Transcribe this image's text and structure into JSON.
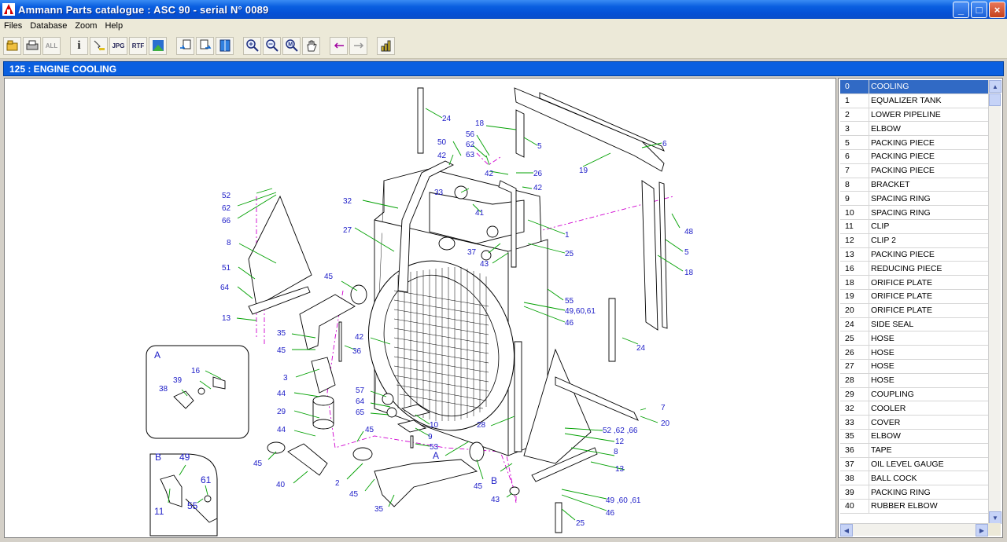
{
  "window": {
    "title": "Ammann Parts catalogue : ASC 90 - serial N° 0089",
    "controls": [
      "_",
      "□",
      "×"
    ]
  },
  "menu": [
    "Files",
    "Database",
    "Zoom",
    "Help"
  ],
  "toolbar": {
    "buttons": [
      "open-icon",
      "print-icon",
      "print-all-icon",
      "info-icon",
      "select-icon",
      "export-jpg-icon",
      "export-rtf-icon",
      "image-icon",
      "page-prev-icon",
      "page-next-icon",
      "book-icon",
      "zoom-in-icon",
      "zoom-out-icon",
      "zoom-fit-icon",
      "pan-icon",
      "back-icon",
      "forward-icon",
      "chart-icon"
    ],
    "labels": {
      "jpg": "JPG",
      "rtf": "RTF",
      "all": "ALL",
      "info": "i",
      "m": "M"
    }
  },
  "section": {
    "title": "125 :  ENGINE COOLING"
  },
  "parts": [
    {
      "no": "0",
      "name": "COOLING"
    },
    {
      "no": "1",
      "name": "EQUALIZER TANK"
    },
    {
      "no": "2",
      "name": "LOWER PIPELINE"
    },
    {
      "no": "3",
      "name": "ELBOW"
    },
    {
      "no": "5",
      "name": "PACKING PIECE"
    },
    {
      "no": "6",
      "name": "PACKING PIECE"
    },
    {
      "no": "7",
      "name": "PACKING PIECE"
    },
    {
      "no": "8",
      "name": "BRACKET"
    },
    {
      "no": "9",
      "name": "SPACING RING"
    },
    {
      "no": "10",
      "name": "SPACING RING"
    },
    {
      "no": "11",
      "name": "CLIP"
    },
    {
      "no": "12",
      "name": "CLIP 2"
    },
    {
      "no": "13",
      "name": "PACKING PIECE"
    },
    {
      "no": "16",
      "name": "REDUCING PIECE"
    },
    {
      "no": "18",
      "name": "ORIFICE PLATE"
    },
    {
      "no": "19",
      "name": "ORIFICE PLATE"
    },
    {
      "no": "20",
      "name": "ORIFICE PLATE"
    },
    {
      "no": "24",
      "name": "SIDE SEAL"
    },
    {
      "no": "25",
      "name": "HOSE"
    },
    {
      "no": "26",
      "name": "HOSE"
    },
    {
      "no": "27",
      "name": "HOSE"
    },
    {
      "no": "28",
      "name": "HOSE"
    },
    {
      "no": "29",
      "name": "COUPLING"
    },
    {
      "no": "32",
      "name": "COOLER"
    },
    {
      "no": "33",
      "name": "COVER"
    },
    {
      "no": "35",
      "name": "ELBOW"
    },
    {
      "no": "36",
      "name": "TAPE"
    },
    {
      "no": "37",
      "name": "OIL LEVEL GAUGE"
    },
    {
      "no": "38",
      "name": "BALL COCK"
    },
    {
      "no": "39",
      "name": "PACKING RING"
    },
    {
      "no": "40",
      "name": "RUBBER ELBOW"
    }
  ],
  "selected_part": "0",
  "callouts": {
    "c24a": "24",
    "c18a": "18",
    "c5a": "5",
    "c6": "6",
    "c19": "19",
    "c50": "50",
    "c56": "56",
    "c62a": "62",
    "c63": "63",
    "c42a": "42",
    "c42b": "42",
    "c26": "26",
    "c42c": "42",
    "c33": "33",
    "c41": "41",
    "c32": "32",
    "c1": "1",
    "c48": "48",
    "c5b": "5",
    "c18b": "18",
    "c52": "52",
    "c62b": "62",
    "c66": "66",
    "c8a": "8",
    "c27": "27",
    "c37": "37",
    "c43a": "43",
    "c25a": "25",
    "c51": "51",
    "c64a": "64",
    "c13a": "13",
    "c45a": "45",
    "c55a": "55",
    "c496061a": "49,60,61",
    "c46a": "46",
    "c42d": "42",
    "c35a": "35",
    "c45b": "45",
    "c36": "36",
    "c24b": "24",
    "c16": "16",
    "c39": "39",
    "c38": "38",
    "c3": "3",
    "c44a": "44",
    "c29": "29",
    "c57": "57",
    "c64b": "64",
    "c65": "65",
    "c10": "10",
    "c9": "9",
    "c53": "53",
    "c28": "28",
    "c7": "7",
    "c20": "20",
    "c526266": "52 ,62 ,66",
    "c12": "12",
    "c8b": "8",
    "c13b": "13",
    "c44b": "44",
    "c45c": "45",
    "c45d": "45",
    "cA1": "A",
    "cA2": "A",
    "c40": "40",
    "c2": "2",
    "c45e": "45",
    "c35b": "35",
    "c45f": "45",
    "cB1": "B",
    "cB2": "B",
    "c43b": "43",
    "c496061b": "49 ,60 ,61",
    "c46b": "46",
    "c25b": "25",
    "c49": "49",
    "c11": "11",
    "c61": "61",
    "c55b": "55"
  }
}
